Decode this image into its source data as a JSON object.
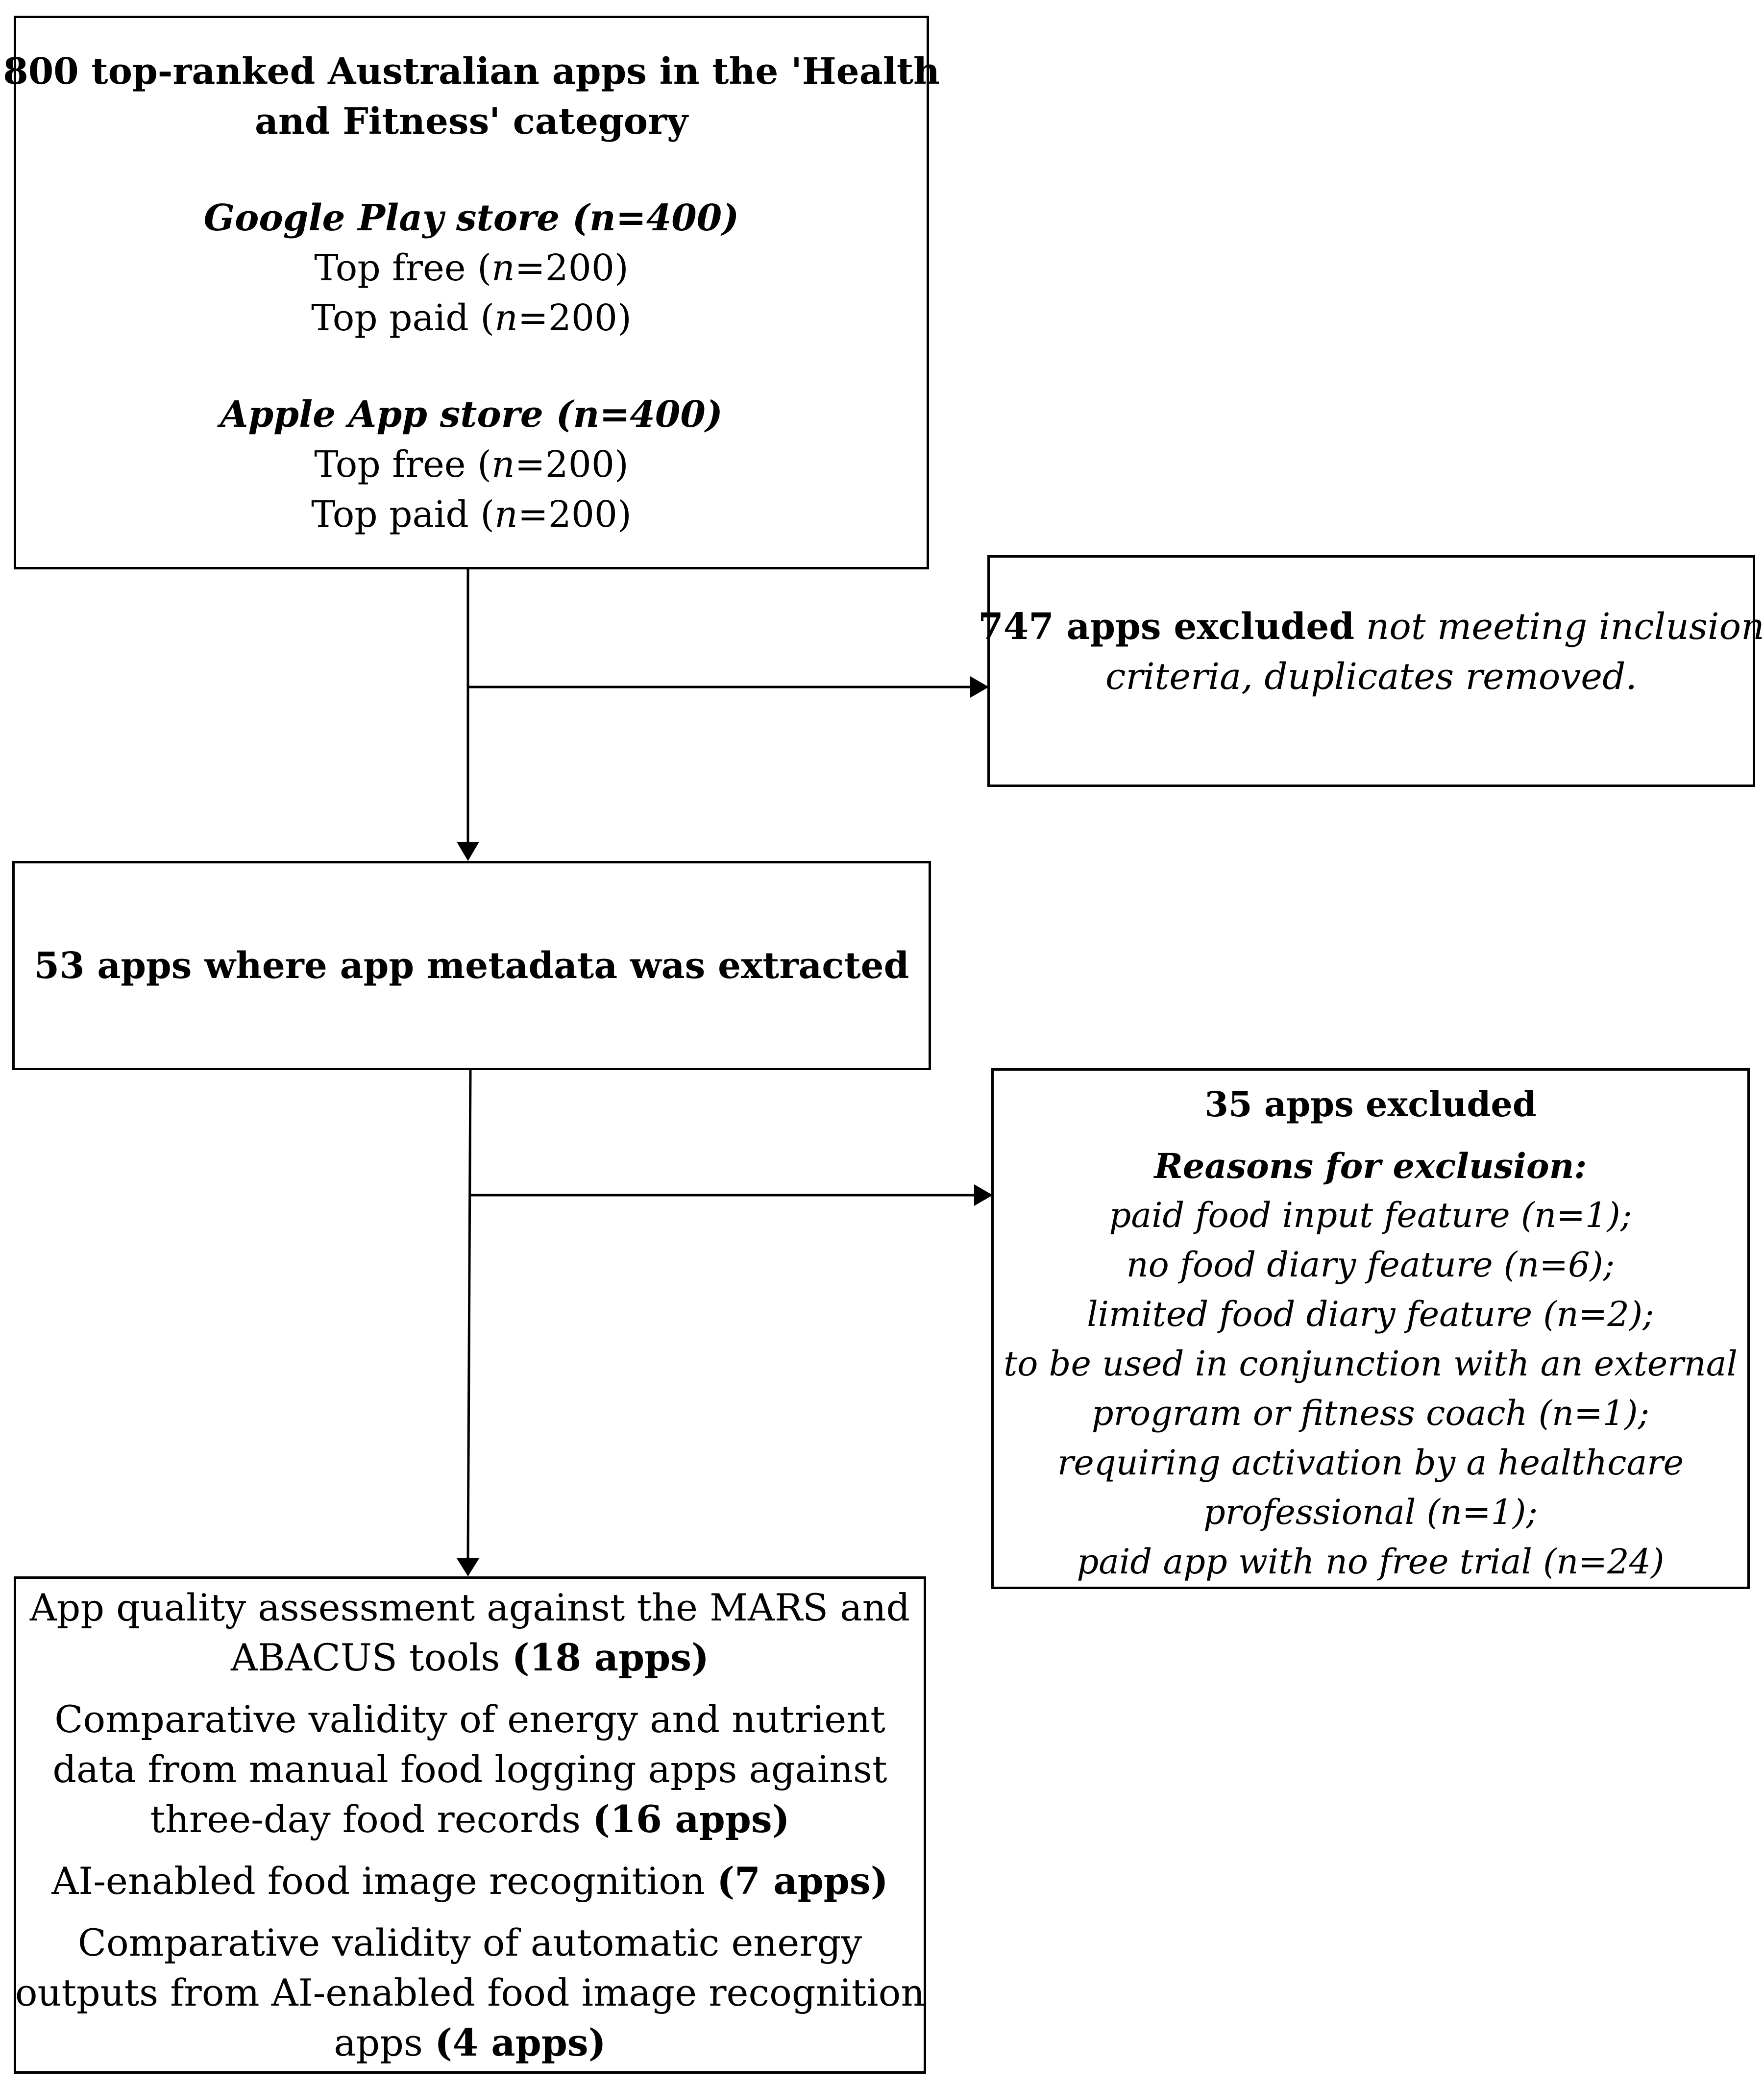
{
  "box_top": {
    "title_line1": "800 top-ranked Australian apps in the 'Health",
    "title_line2": "and Fitness' category",
    "google_heading": "Google Play store (n=400)",
    "google_free_prefix": "Top free (",
    "google_free_n": "n",
    "google_free_suffix": "=200)",
    "google_paid_prefix": "Top paid (",
    "google_paid_n": "n",
    "google_paid_suffix": "=200)",
    "apple_heading": "Apple App store (n=400)",
    "apple_free_prefix": "Top free (",
    "apple_free_n": "n",
    "apple_free_suffix": "=200)",
    "apple_paid_prefix": "Top paid (",
    "apple_paid_n": "n",
    "apple_paid_suffix": "=200)"
  },
  "box_excluded_1": {
    "count_label": "747 apps excluded",
    "reason_line1": "not meeting inclusion",
    "reason_line2": "criteria, duplicates removed."
  },
  "box_mid": {
    "label": "53 apps where app metadata was extracted"
  },
  "box_excluded_2": {
    "count_label": "35 apps excluded",
    "reasons_heading": "Reasons for exclusion:",
    "reasons": [
      "paid food input feature (n=1);",
      "no food diary feature (n=6);",
      "limited food diary feature (n=2);",
      "to be used in conjunction with an external",
      "program or fitness coach (n=1);",
      "requiring activation by a healthcare",
      "professional (n=1);",
      "paid app with no free trial (n=24)"
    ]
  },
  "box_bottom": {
    "item1_line1": "App quality assessment against the MARS and",
    "item1_line2": "ABACUS tools",
    "item1_count": "(18 apps)",
    "item2_line1": "Comparative validity of energy and nutrient",
    "item2_line2": "data from manual food logging apps against",
    "item2_line3": "three-day food records",
    "item2_count": "(16 apps)",
    "item3_line1": "AI-enabled food image recognition",
    "item3_count": "(7 apps)",
    "item4_line1": "Comparative validity of automatic energy",
    "item4_line2": "outputs from AI-enabled food image recognition",
    "item4_line3": "apps",
    "item4_count": "(4 apps)"
  }
}
